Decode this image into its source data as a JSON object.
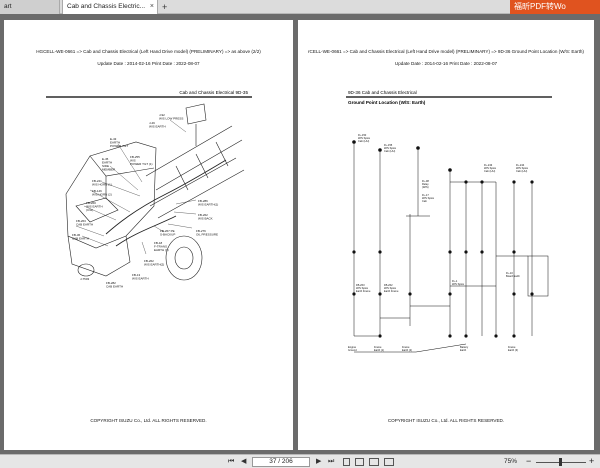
{
  "tabs": [
    {
      "label": "art"
    },
    {
      "label": "Cab and Chassis Electric...",
      "close": "×"
    }
  ],
  "new_tab": "+",
  "brand": {
    "label": "福昕PDF转Wo"
  },
  "left_page": {
    "header_line1": "HGCELL-WE-0661 => Cab and Chassis Electrical (Left Hand Drive model) (PRELIMINARY) => as above (2/2)",
    "header_line2": "Update Date : 2014-02-16   Print Date : 2022-08-07",
    "section": "Cab and Chassis Electrical   9D-35",
    "callouts": [
      "J-92\nW/S LOW PRESS",
      "J-49\nW/S EARTH",
      "E-43\nEARTH\nPOWER TILT",
      "E-45\nEARTH\nSIDE\nMEMBER",
      "FB-255\nW/S\nPOWER TILT (1)",
      "FB-241\nW/S HORN (1)",
      "FB-146\nW/S HORN (2)",
      "FB-260\nW/S EARTH\n(C/H)",
      "FB-263\nCAB EARTH",
      "FB-36\nCAB EARTH",
      "FB-282\nCAB EARTH",
      "FB-286\nW/S EARTH(1)",
      "FB-262\nW/S BACK",
      "FB-276\nOIL PRESSURE",
      "FB-18\nF-TRANS\nEARTH (1)",
      "FB-262\nW/S EARTH(2)",
      "FB-267 PE\nS-BACKUP",
      "FB-13\nW/S EARTH",
      "J-7503"
    ],
    "copyright": "COPYRIGHT ISUZU Co., Ltd. ALL RIGHTS RESERVED."
  },
  "right_page": {
    "header_line1": "rCELL-WE-0661 => Cab and Chassis Electrical (Left Hand Drive model) (PRELIMINARY) => 9D-36 Ground Point Location (W/S: Earth)",
    "header_line2": "Update Date : 2014-02-16   Print Date : 2022-08-07",
    "section": "9D-36   Cab and Chassis Electrical",
    "diagram_title": "Ground Point Location (W/S: Earth)",
    "callouts": [
      "FL-150\nW/S Spice\nCab (L/H)",
      "FL-155\nW/S Spice\nCab (L/H)",
      "FL-17\nW/S Spice\nCab",
      "FL-08\nRelay\n(W/S)",
      "FL-243\nW/S Spice\nCab (L/H)",
      "FL-244\nW/S Spice\nCab (L/H)",
      "FL-1\nW/S Spice",
      "FB-263\nW/S Spice\nEarth Frame",
      "FB-262\nW/S Spice\nEarth Frame",
      "FL-10\nBoard Earth",
      "Engine\nGround",
      "Frame\nEarth (1)",
      "Frame\nEarth (2)",
      "Battery\nEarth",
      "Frame\nEarth (3)"
    ],
    "copyright": "COPYRIGHT ISUZU Co., Ltd. ALL RIGHTS RESERVED."
  },
  "status": {
    "first": "⏮",
    "prev": "◀",
    "page_current": "37",
    "page_sep": " / ",
    "page_total": "206",
    "next": "▶",
    "last": "⏭",
    "zoom": "75%",
    "zoom_minus": "−",
    "zoom_plus": "+"
  }
}
